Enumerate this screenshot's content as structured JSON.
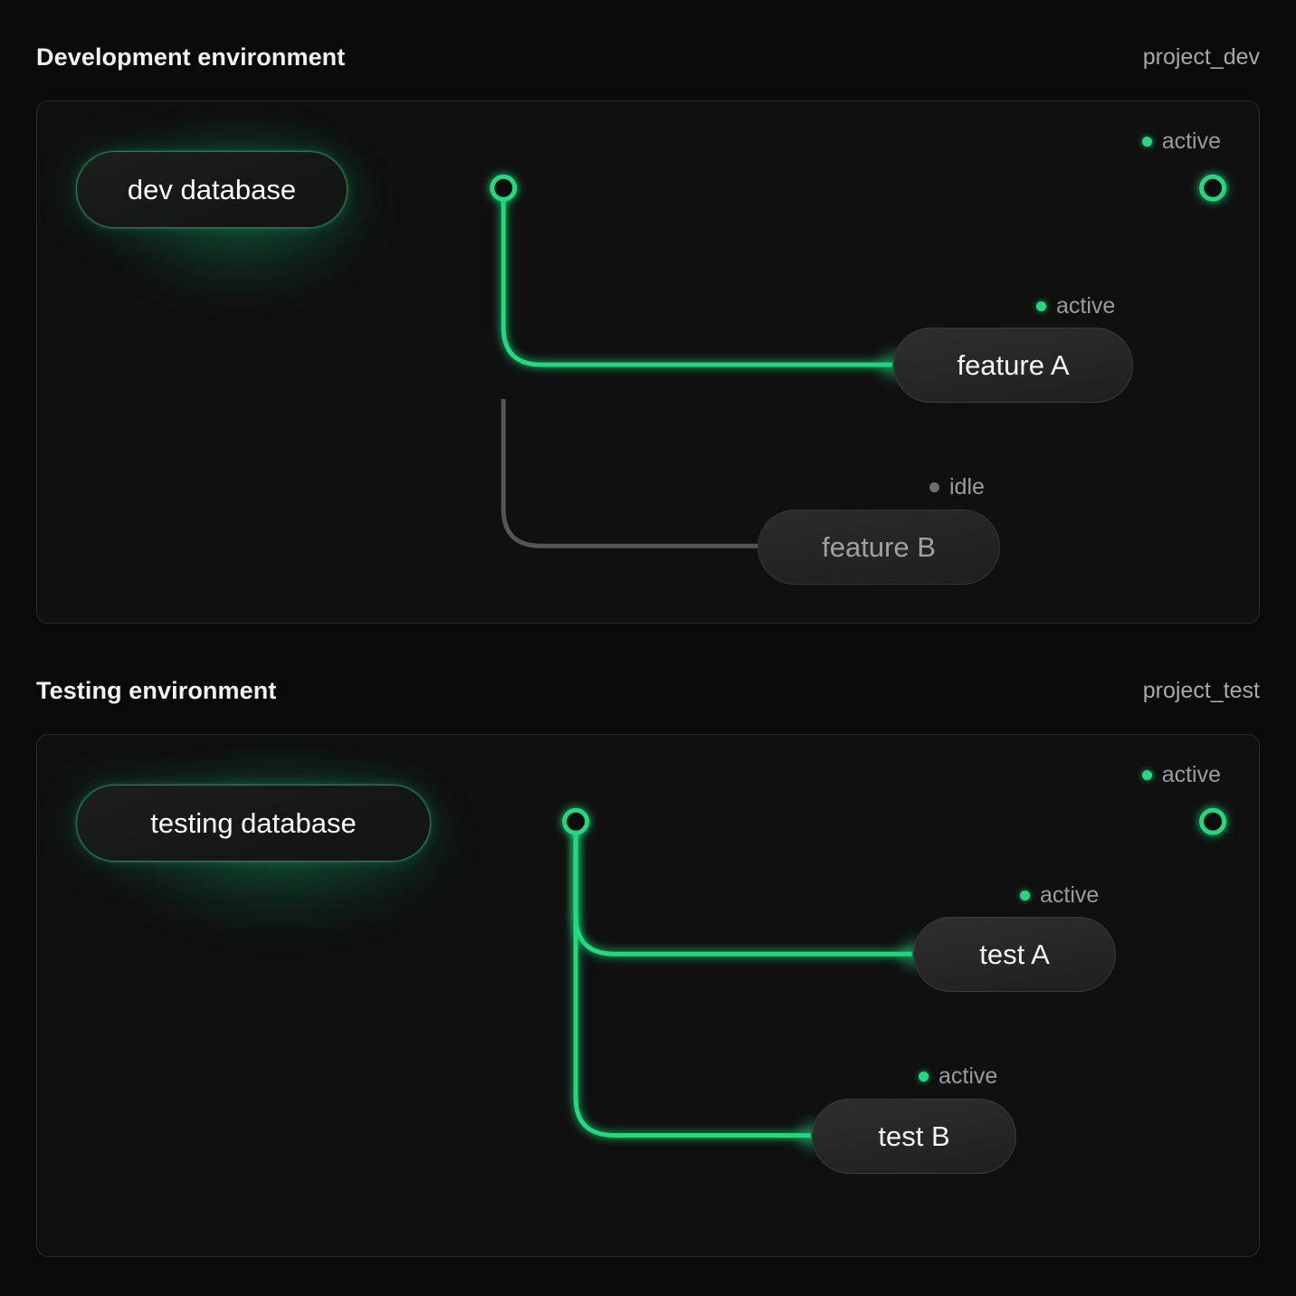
{
  "theme": {
    "background": "#0a0a0a",
    "panel_bg": "#101010",
    "panel_border": "#2b2b2b",
    "accent_green": "#1fdc7e",
    "idle_gray": "#6d6d6d",
    "text_primary": "#f2f2f2",
    "text_muted": "#9b9b9b"
  },
  "sections": [
    {
      "title": "Development environment",
      "project": "project_dev",
      "database": {
        "label": "dev database",
        "status": "active"
      },
      "trunk_endpoint": {
        "status": "active",
        "status_label": "active"
      },
      "services": [
        {
          "label": "feature A",
          "status": "active",
          "status_label": "active"
        },
        {
          "label": "feature B",
          "status": "idle",
          "status_label": "idle"
        }
      ]
    },
    {
      "title": "Testing environment",
      "project": "project_test",
      "database": {
        "label": "testing database",
        "status": "active"
      },
      "trunk_endpoint": {
        "status": "active",
        "status_label": "active"
      },
      "services": [
        {
          "label": "test A",
          "status": "active",
          "status_label": "active"
        },
        {
          "label": "test B",
          "status": "active",
          "status_label": "active"
        }
      ]
    }
  ]
}
